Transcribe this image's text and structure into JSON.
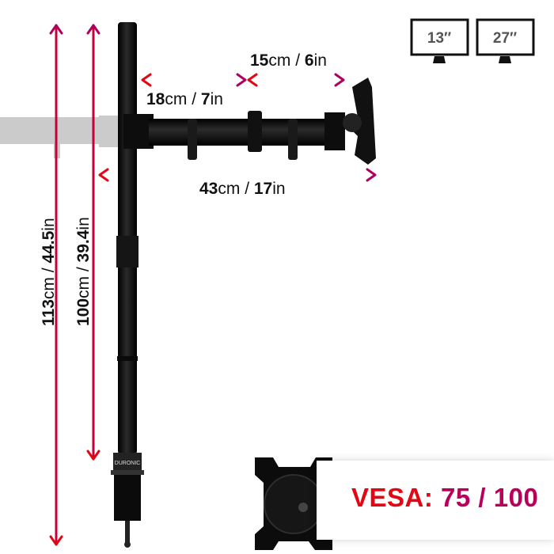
{
  "brand": "DURONIC",
  "colors": {
    "arrow_start": "#e30613",
    "arrow_end": "#b0005e",
    "product": "#111111"
  },
  "screen_sizes": [
    "13″",
    "27″"
  ],
  "dimensions": {
    "arm_inner": {
      "value1": "18",
      "unit1": "cm",
      "sep": " / ",
      "value2": "7",
      "unit2": "in"
    },
    "arm_outer": {
      "value1": "15",
      "unit1": "cm",
      "sep": " / ",
      "value2": "6",
      "unit2": "in"
    },
    "reach": {
      "value1": "43",
      "unit1": "cm",
      "sep": " / ",
      "value2": "17",
      "unit2": "in"
    },
    "total_height": {
      "value1": "113",
      "unit1": "cm",
      "sep": " / ",
      "value2": "44.5",
      "unit2": "in"
    },
    "pole_height": {
      "value1": "100",
      "unit1": "cm",
      "sep": " / ",
      "value2": "39.4",
      "unit2": "in"
    }
  },
  "vesa": {
    "label": "VESA:",
    "value": "75 / 100"
  }
}
